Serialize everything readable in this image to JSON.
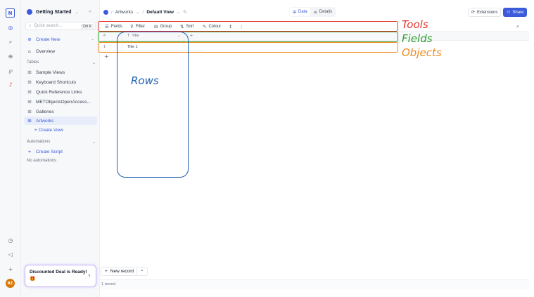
{
  "rail": {
    "logo": "N",
    "avatar": "RZ"
  },
  "sidebar": {
    "workspace": "Getting Started",
    "search_placeholder": "Quick search...",
    "search_shortcut": "Ctrl K",
    "create_new": "Create New",
    "overview": "Overview",
    "tables_heading": "Tables",
    "tables": [
      "Sample Views",
      "Keyboard Shortcuts",
      "Quick Reference Links",
      "METObjectsOpenAccess...",
      "Galleries",
      "Artworks"
    ],
    "active_table": "Artworks",
    "create_view": "+ Create View",
    "automations_heading": "Automations",
    "create_script": "Create Script",
    "no_automations": "No automations",
    "promo_title": "Discounted Deal is Ready!",
    "promo_emoji": "🎁"
  },
  "topbar": {
    "breadcrumb_table": "Artworks",
    "breadcrumb_view": "Default View",
    "tab_data": "Data",
    "tab_details": "Details",
    "extensions": "Extensions",
    "share": "Share"
  },
  "toolbar": {
    "fields": "Fields",
    "filter": "Filter",
    "group": "Group",
    "sort": "Sort",
    "colour": "Colour"
  },
  "grid": {
    "row_number_header": "#",
    "columns": [
      "Title"
    ],
    "rows": [
      {
        "num": "1",
        "title": "Title 1"
      }
    ]
  },
  "footer": {
    "new_record": "New record",
    "record_count": "1 record"
  },
  "annotations": {
    "tools": "Tools",
    "fields": "Fields",
    "objects": "Objects",
    "rows": "Rows",
    "colors": {
      "tools": "#e5332a",
      "fields": "#2ca02c",
      "objects": "#f08a1c",
      "rows": "#1f5fb3"
    }
  },
  "colors": {
    "accent": "#3b5bdb"
  }
}
